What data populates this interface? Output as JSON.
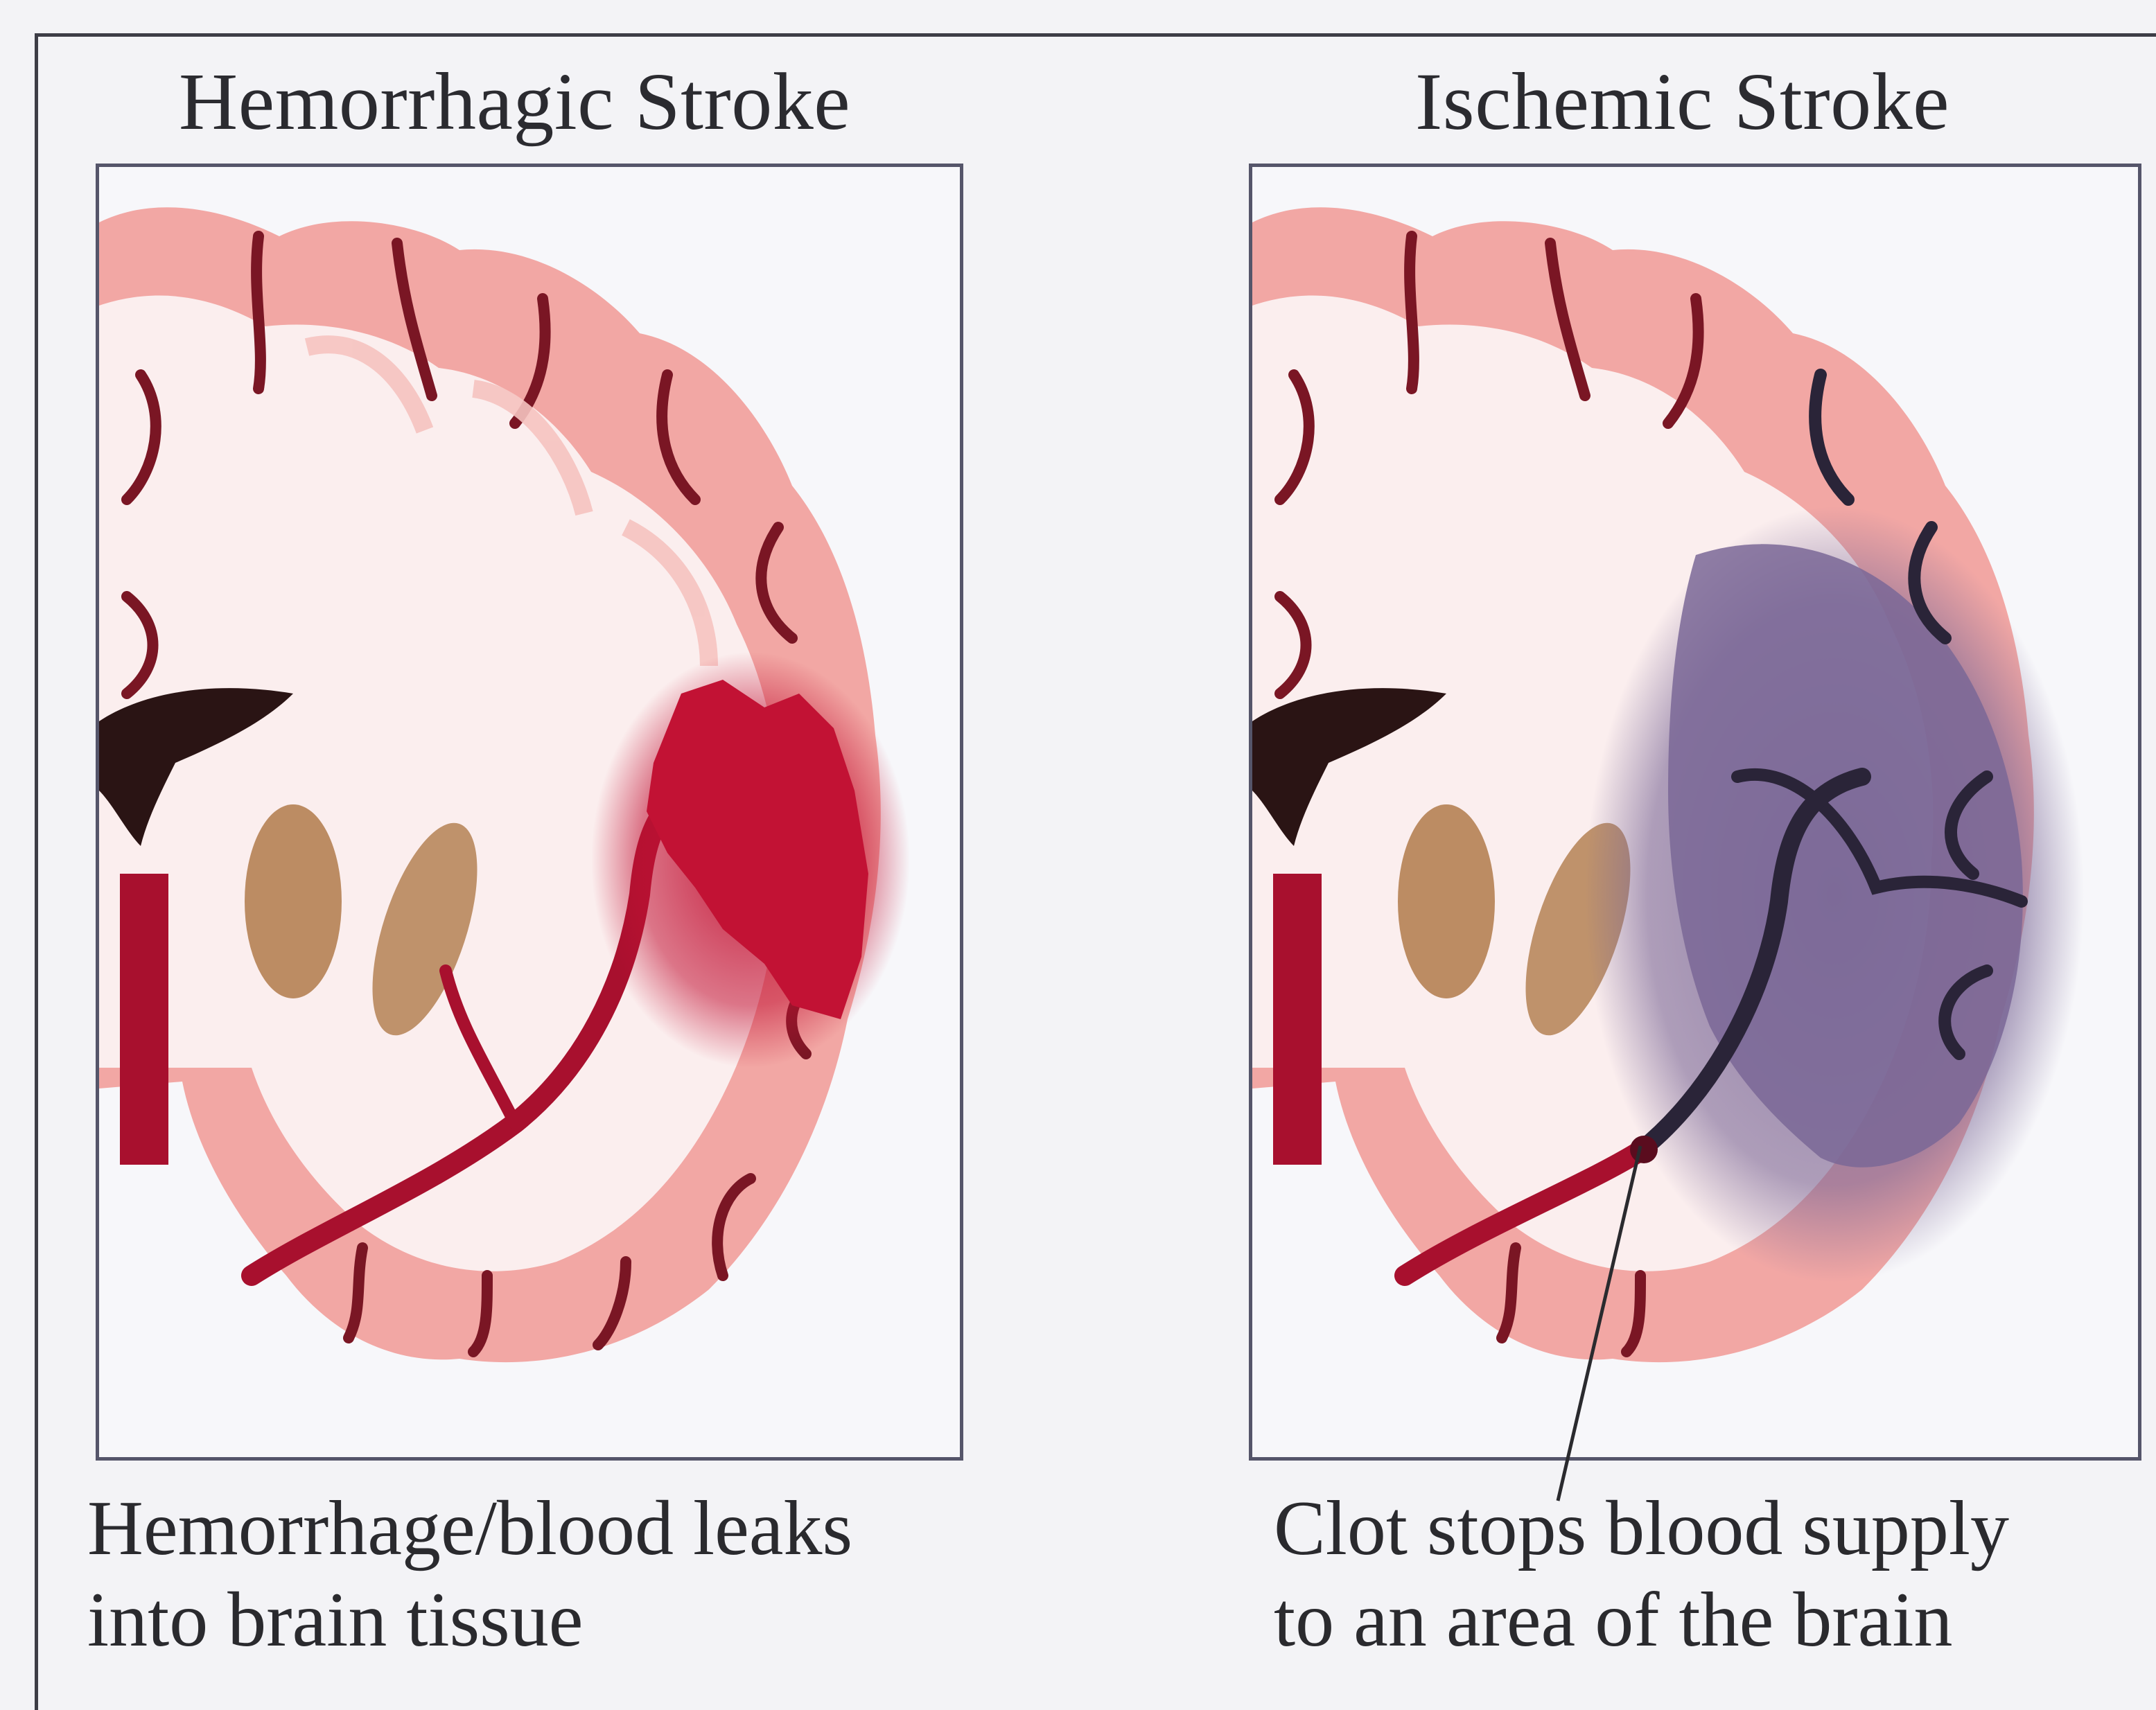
{
  "left": {
    "title": "Hemorrhagic Stroke",
    "caption_lines": [
      "Hemorrhage/blood leaks",
      "into brain tissue"
    ]
  },
  "right": {
    "title": "Ischemic Stroke",
    "caption_lines": [
      "Clot stops blood supply",
      "to an area of the brain"
    ]
  },
  "colors": {
    "background": "#f3f3f6",
    "cortex_pink": "#f2a7a4",
    "white_matter": "#fbeeee",
    "vessel_red": "#a8102e",
    "hemorrhage_red": "#c21234",
    "ischemic_purple": "#7a6796",
    "basal_ganglia": "#b07a4a"
  }
}
